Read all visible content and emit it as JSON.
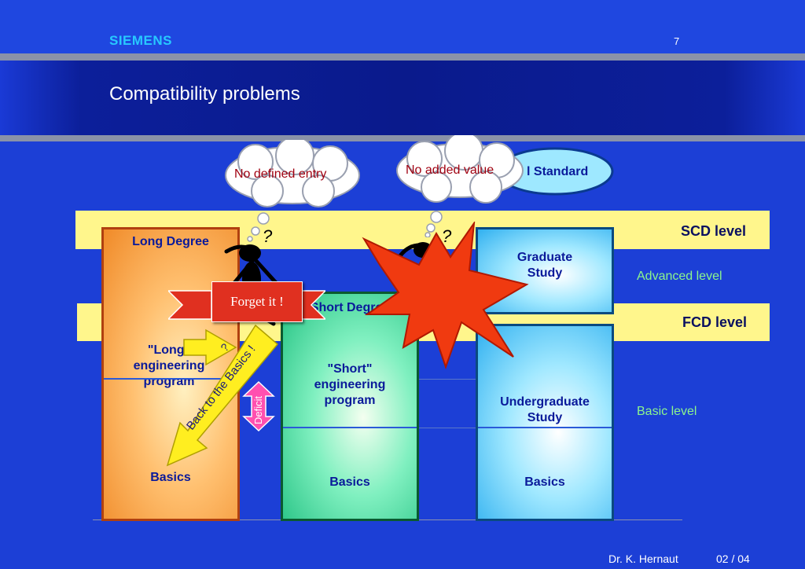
{
  "header": {
    "logo": "SIEMENS",
    "page_number": "7",
    "title": "Compatibility problems"
  },
  "levels": {
    "scd": "SCD level",
    "fcd": "FCD level",
    "advanced": "Advanced level",
    "basic": "Basic level"
  },
  "columns": {
    "long": {
      "heading": "Long Degree",
      "program": "\"Long\" engineering program",
      "basics": "Basics"
    },
    "short": {
      "heading": "Short Degree",
      "program": "\"Short\" engineering program",
      "basics": "Basics"
    },
    "grad": {
      "graduate": "Graduate Study",
      "undergraduate": "Undergraduate Study",
      "basics": "Basics"
    }
  },
  "callouts": {
    "no_defined_entry": "No defined entry",
    "no_added_value": "No added value",
    "standard": "l Standard",
    "forget": "Forget it !",
    "back_to_basics": "Back to the Basics !",
    "question": "?",
    "deficit": "Deficit"
  },
  "footer": {
    "author": "Dr. K. Hernaut",
    "date": "02 / 04"
  },
  "colors": {
    "background": "#1c3fd6",
    "band": "#fff68c",
    "logo": "#27c9ff",
    "star": "#f03a10",
    "arrow": "#ffee20"
  }
}
